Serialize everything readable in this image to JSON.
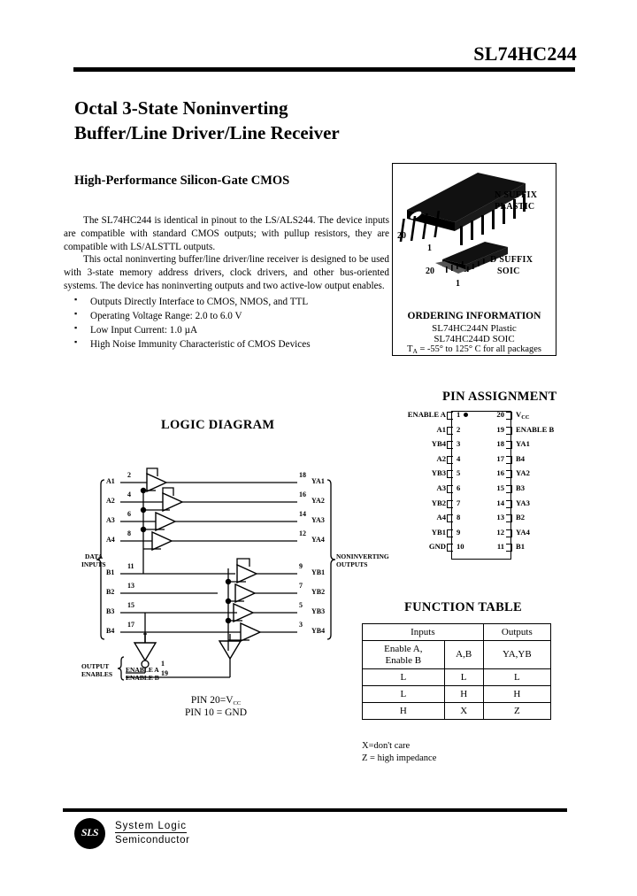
{
  "header": {
    "part_number": "SL74HC244"
  },
  "titles": {
    "main_line1": "Octal 3-State Noninverting",
    "main_line2": "Buffer/Line Driver/Line Receiver",
    "subtitle": "High-Performance Silicon-Gate CMOS"
  },
  "description": {
    "paragraph1": "The SL74HC244 is identical in pinout to the LS/ALS244. The device inputs are compatible with standard CMOS outputs; with pullup resistors, they are compatible with LS/ALSTTL outputs.",
    "paragraph2": "This octal noninverting buffer/line driver/line receiver is designed to be used with 3-state memory address drivers, clock drivers, and other bus-oriented systems. The device has noninverting outputs and two active-low output enables.",
    "bullets": [
      "Outputs Directly Interface to CMOS, NMOS, and TTL",
      "Operating Voltage Range: 2.0 to 6.0 V",
      "Low Input Current: 1.0 µA",
      "High Noise Immunity Characteristic of CMOS Devices"
    ]
  },
  "ordering": {
    "dip_suffix_line1": "N SUFFIX",
    "dip_suffix_line2": "PLASTIC",
    "soic_suffix_line1": "D SUFFIX",
    "soic_suffix_line2": "SOIC",
    "dip_pin20": "20",
    "dip_pin1": "1",
    "soic_pin20": "20",
    "soic_pin1": "1",
    "title": "ORDERING INFORMATION",
    "line1": "SL74HC244N Plastic",
    "line2": "SL74HC244D SOIC",
    "line3_prefix": "T",
    "line3_sub": "A",
    "line3_rest": " = -55° to 125° C for all packages"
  },
  "pin_assignment": {
    "title": "PIN ASSIGNMENT",
    "rows": [
      {
        "left_label": "ENABLE A",
        "left_num": "1",
        "right_num": "20",
        "right_label": "V",
        "right_sub": "CC"
      },
      {
        "left_label": "A1",
        "left_num": "2",
        "right_num": "19",
        "right_label": "ENABLE B",
        "right_sub": ""
      },
      {
        "left_label": "YB4",
        "left_num": "3",
        "right_num": "18",
        "right_label": "YA1",
        "right_sub": ""
      },
      {
        "left_label": "A2",
        "left_num": "4",
        "right_num": "17",
        "right_label": "B4",
        "right_sub": ""
      },
      {
        "left_label": "YB3",
        "left_num": "5",
        "right_num": "16",
        "right_label": "YA2",
        "right_sub": ""
      },
      {
        "left_label": "A3",
        "left_num": "6",
        "right_num": "15",
        "right_label": "B3",
        "right_sub": ""
      },
      {
        "left_label": "YB2",
        "left_num": "7",
        "right_num": "14",
        "right_label": "YA3",
        "right_sub": ""
      },
      {
        "left_label": "A4",
        "left_num": "8",
        "right_num": "13",
        "right_label": "B2",
        "right_sub": ""
      },
      {
        "left_label": "YB1",
        "left_num": "9",
        "right_num": "12",
        "right_label": "YA4",
        "right_sub": ""
      },
      {
        "left_label": "GND",
        "left_num": "10",
        "right_num": "11",
        "right_label": "B1",
        "right_sub": ""
      }
    ]
  },
  "logic_diagram": {
    "title": "LOGIC DIAGRAM",
    "data_inputs_label_line1": "DATA",
    "data_inputs_label_line2": "INPUTS",
    "outputs_label_line1": "NONINVERTING",
    "outputs_label_line2": "OUTPUTS",
    "enables_label_line1": "OUTPUT",
    "enables_label_line2": "ENABLES",
    "inputs": [
      {
        "name": "A1",
        "pin": "2"
      },
      {
        "name": "A2",
        "pin": "4"
      },
      {
        "name": "A3",
        "pin": "6"
      },
      {
        "name": "A4",
        "pin": "8"
      },
      {
        "name": "B1",
        "pin": "11"
      },
      {
        "name": "B2",
        "pin": "13"
      },
      {
        "name": "B3",
        "pin": "15"
      },
      {
        "name": "B4",
        "pin": "17"
      }
    ],
    "outputs": [
      {
        "name": "YA1",
        "pin": "18"
      },
      {
        "name": "YA2",
        "pin": "16"
      },
      {
        "name": "YA3",
        "pin": "14"
      },
      {
        "name": "YA4",
        "pin": "12"
      },
      {
        "name": "YB1",
        "pin": "9"
      },
      {
        "name": "YB2",
        "pin": "7"
      },
      {
        "name": "YB3",
        "pin": "5"
      },
      {
        "name": "YB4",
        "pin": "3"
      }
    ],
    "enables": [
      {
        "name": "ENABLE A",
        "pin": "1"
      },
      {
        "name": "ENABLE B",
        "pin": "19"
      }
    ],
    "note_vcc": "PIN 20=V",
    "note_vcc_sub": "CC",
    "note_gnd": "PIN 10 = GND"
  },
  "function_table": {
    "title": "FUNCTION TABLE",
    "group_headers": [
      "Inputs",
      "Outputs"
    ],
    "column_headers": [
      "Enable A,\nEnable B",
      "A,B",
      "YA,YB"
    ],
    "col_header_1_line1": "Enable A,",
    "col_header_1_line2": "Enable B",
    "col_header_2": "A,B",
    "col_header_3": "YA,YB",
    "rows": [
      [
        "L",
        "L",
        "L"
      ],
      [
        "L",
        "H",
        "H"
      ],
      [
        "H",
        "X",
        "Z"
      ]
    ],
    "note1": "X=don't care",
    "note2": "Z = high impedance"
  },
  "footer": {
    "logo_text": "SLS",
    "company_line1": "System Logic",
    "company_line2": "Semiconductor"
  }
}
